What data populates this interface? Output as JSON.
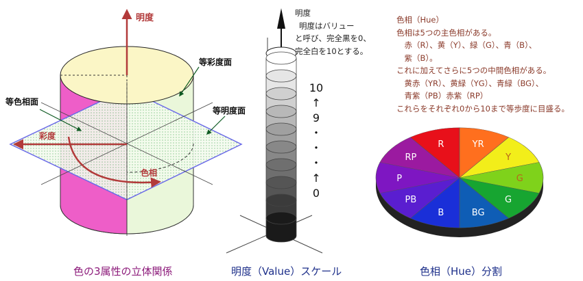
{
  "cylinder": {
    "axis_label": "明度",
    "hue_plane_label": "等色相面",
    "chroma_plane_label": "等彩度面",
    "value_plane_label": "等明度面",
    "chroma_label": "彩度",
    "hue_label": "色相",
    "caption": "色の3属性の立体関係"
  },
  "value_scale": {
    "title": "明度",
    "description": [
      "明度はバリュー",
      "と呼び、完全黒を0、",
      "完全白を10とする。"
    ],
    "numbers": [
      "10",
      "↑",
      "9",
      "・",
      "・",
      "・",
      "↑",
      "0"
    ],
    "caption": "明度（Value）スケール"
  },
  "hue_section": {
    "lines": [
      "色相（Hue）",
      "色相は5つの主色相がある。",
      "　赤（R）、黄（Y）、緑（G）、青（B）、",
      "　紫（B）。",
      "これに加えてさらに5つの中間色相がある。",
      "　黄赤（YR）、黄緑（YG）、青緑（BG）、",
      "　青紫（PB）赤紫（RP）",
      "これらをそれぞれ0から10まで等歩度に目盛る。"
    ],
    "caption": "色相（Hue）分割"
  },
  "hue_wheel": {
    "segments": [
      {
        "label": "R",
        "color": "#e8101a"
      },
      {
        "label": "YR",
        "color": "#ff6f1e"
      },
      {
        "label": "Y",
        "color": "#f2ee1a"
      },
      {
        "label": "G",
        "color": "#7fd21b"
      },
      {
        "label": "G",
        "color": "#17a531"
      },
      {
        "label": "BG",
        "color": "#0f5db5"
      },
      {
        "label": "B",
        "color": "#1a2fd8"
      },
      {
        "label": "PB",
        "color": "#5a1ed0"
      },
      {
        "label": "P",
        "color": "#7e16c2"
      },
      {
        "label": "RP",
        "color": "#9b1aa0"
      }
    ]
  },
  "value_gray_levels": [
    "#1a1a1a",
    "#3b3b3b",
    "#555555",
    "#6f6f6f",
    "#888888",
    "#a0a0a0",
    "#b8b8b8",
    "#d0d0d0",
    "#e6e6e6",
    "#ffffff"
  ],
  "colors": {
    "arrow": "#b23a3a",
    "caption_purple": "#8c1a7a",
    "caption_blue": "#1d2f8a",
    "plane_edge": "#6a6ae8",
    "chroma_fill": "#ecf8dc",
    "cap_fill": "#fbf6c6",
    "hue_plane": "#ee5ec8"
  }
}
